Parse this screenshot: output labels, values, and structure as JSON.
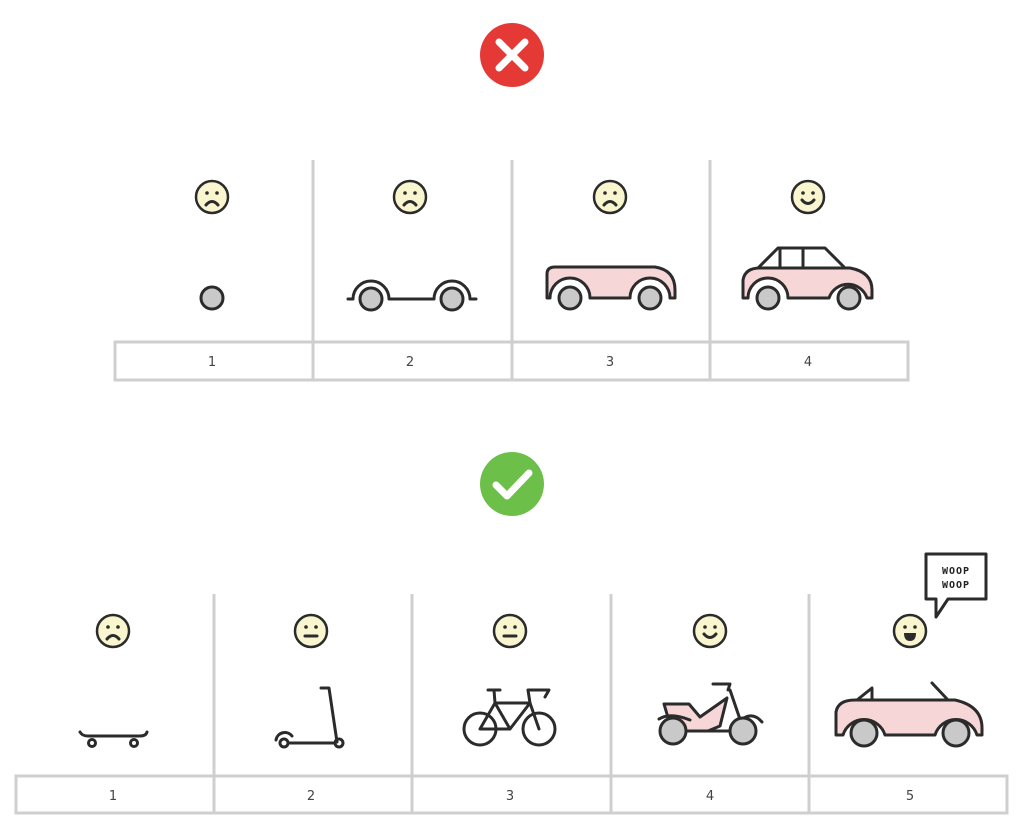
{
  "wrong_approach": {
    "status_icon": "x-icon",
    "status_color": "#e53935",
    "steps": [
      {
        "number": "1",
        "mood": "sad",
        "item": "wheel"
      },
      {
        "number": "2",
        "mood": "sad",
        "item": "chassis"
      },
      {
        "number": "3",
        "mood": "sad",
        "item": "car-body"
      },
      {
        "number": "4",
        "mood": "happy",
        "item": "car"
      }
    ]
  },
  "right_approach": {
    "status_icon": "check-icon",
    "status_color": "#6cc04a",
    "steps": [
      {
        "number": "1",
        "mood": "sad",
        "item": "skateboard"
      },
      {
        "number": "2",
        "mood": "neutral",
        "item": "scooter"
      },
      {
        "number": "3",
        "mood": "neutral",
        "item": "bicycle"
      },
      {
        "number": "4",
        "mood": "happy",
        "item": "motorcycle"
      },
      {
        "number": "5",
        "mood": "very-happy",
        "item": "convertible"
      }
    ],
    "speech_bubble": {
      "line1": "WOOP",
      "line2": "WOOP"
    }
  }
}
